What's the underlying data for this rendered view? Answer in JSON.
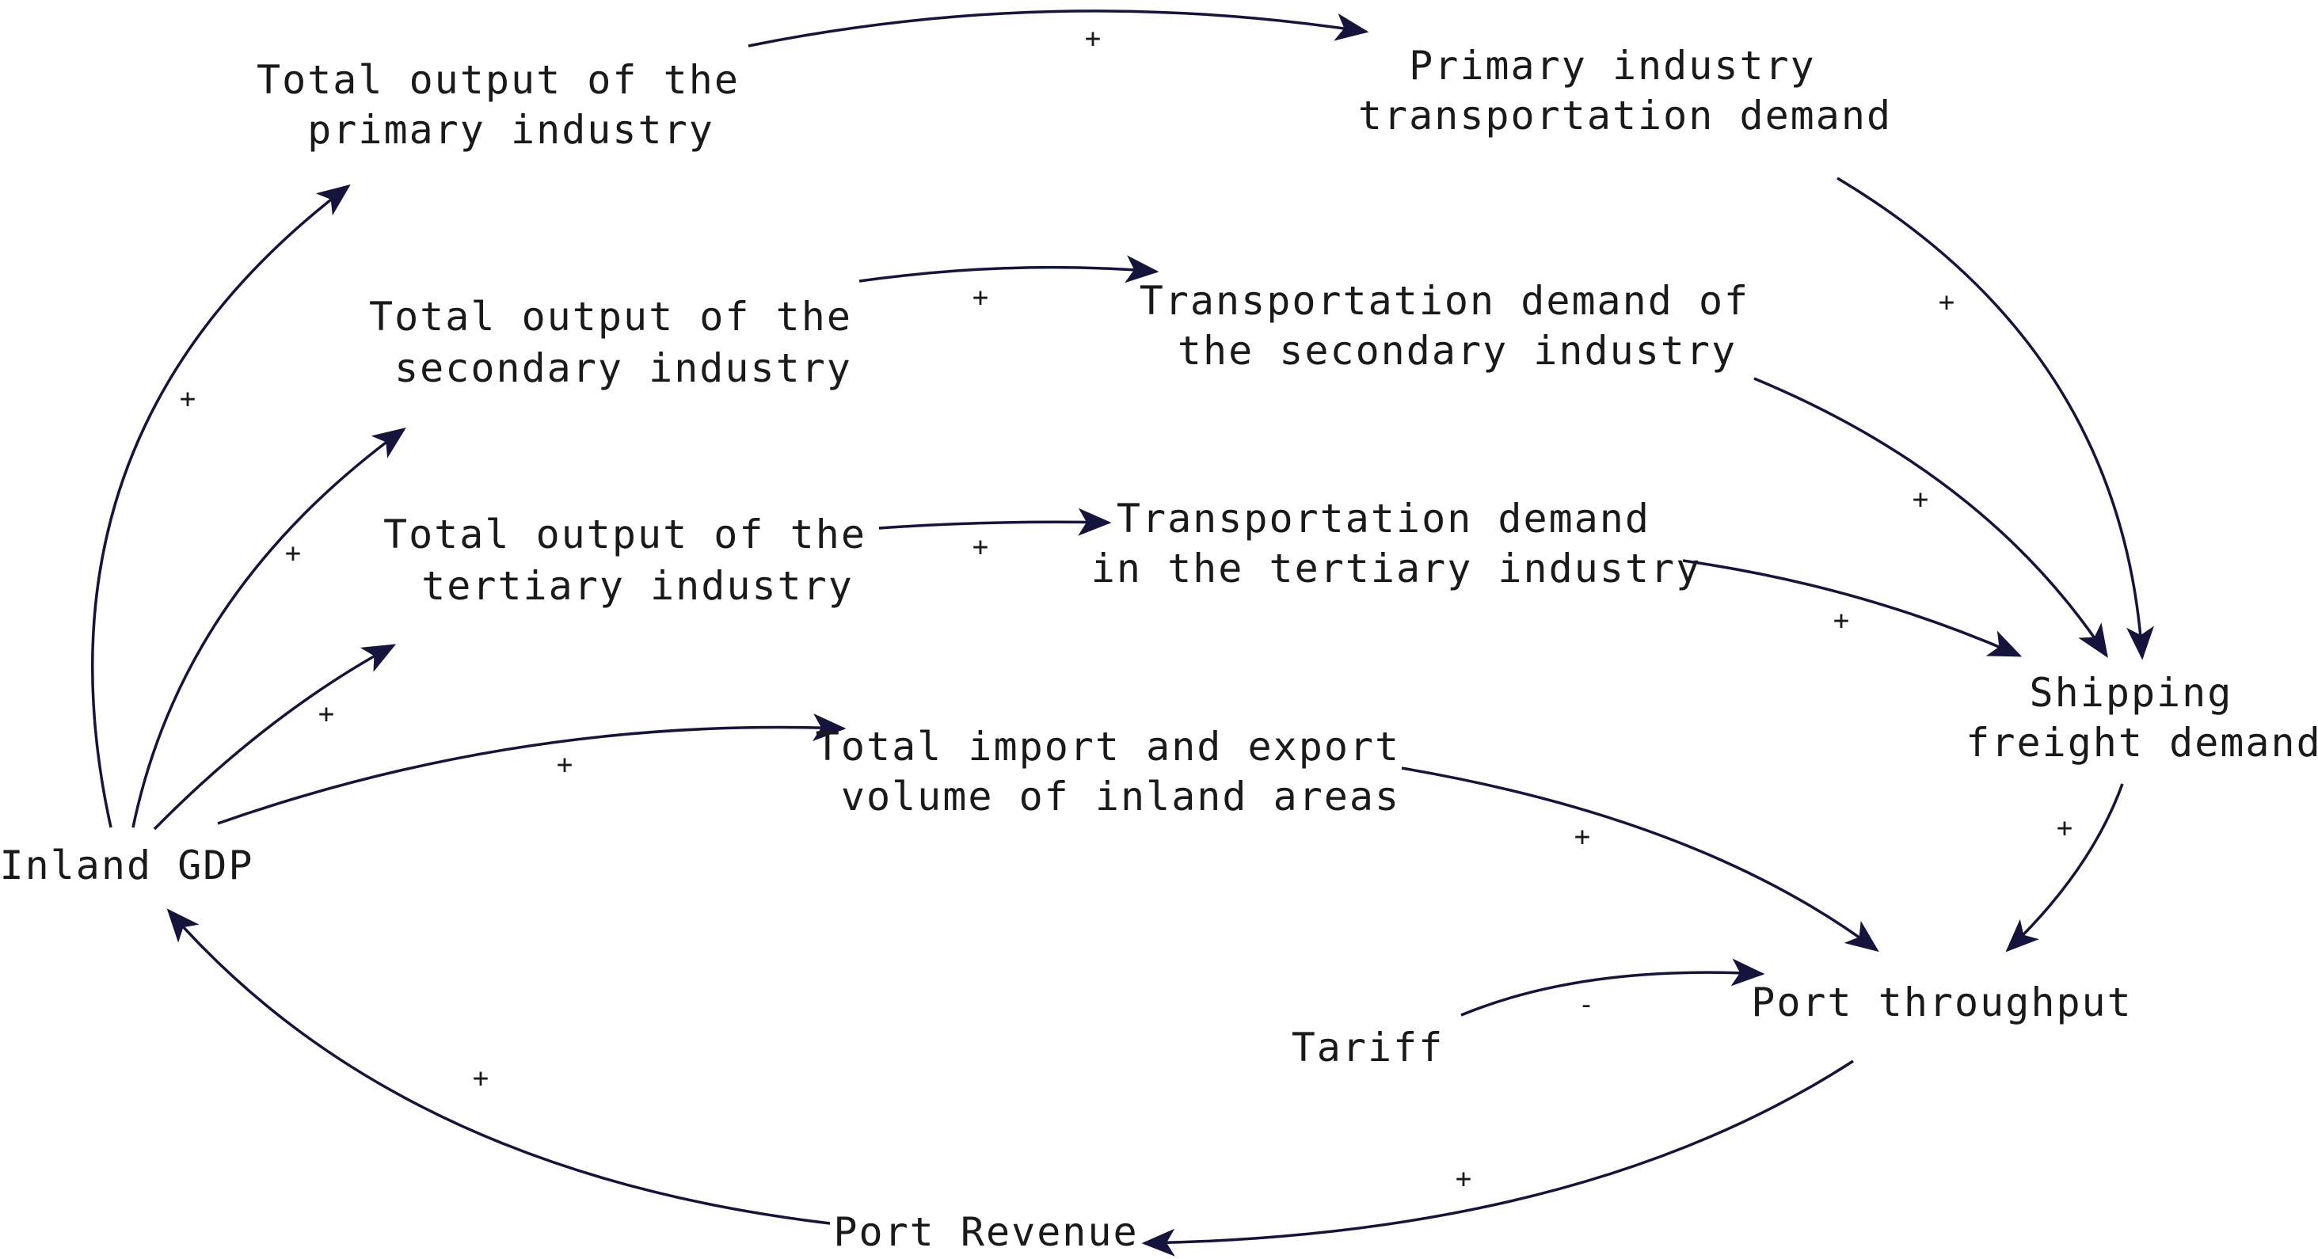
{
  "diagram": {
    "type": "causal-loop",
    "colors": {
      "arrow": "#14143c",
      "text": "#1a1a1a",
      "background": "#ffffff"
    },
    "nodes": {
      "primary_output": {
        "lines": [
          "Total output of the",
          "primary industry"
        ]
      },
      "primary_transport": {
        "lines": [
          "Primary industry",
          "transportation demand"
        ]
      },
      "secondary_output": {
        "lines": [
          "Total output of the",
          "secondary industry"
        ]
      },
      "secondary_transport": {
        "lines": [
          "Transportation demand of",
          "the secondary industry"
        ]
      },
      "tertiary_output": {
        "lines": [
          "Total output of the",
          "tertiary industry"
        ]
      },
      "tertiary_transport": {
        "lines": [
          "Transportation demand",
          "in the tertiary industry"
        ]
      },
      "shipping_demand": {
        "lines": [
          "Shipping",
          "freight demand"
        ]
      },
      "import_export": {
        "lines": [
          "Total import and export",
          "volume of inland areas"
        ]
      },
      "inland_gdp": {
        "lines": [
          "Inland GDP"
        ]
      },
      "tariff": {
        "lines": [
          "Tariff"
        ]
      },
      "port_throughput": {
        "lines": [
          "Port throughput"
        ]
      },
      "port_revenue": {
        "lines": [
          "Port Revenue"
        ]
      }
    },
    "links": [
      {
        "from": "primary_output",
        "to": "primary_transport",
        "polarity": "+"
      },
      {
        "from": "secondary_output",
        "to": "secondary_transport",
        "polarity": "+"
      },
      {
        "from": "tertiary_output",
        "to": "tertiary_transport",
        "polarity": "+"
      },
      {
        "from": "primary_transport",
        "to": "shipping_demand",
        "polarity": "+"
      },
      {
        "from": "secondary_transport",
        "to": "shipping_demand",
        "polarity": "+"
      },
      {
        "from": "tertiary_transport",
        "to": "shipping_demand",
        "polarity": "+"
      },
      {
        "from": "inland_gdp",
        "to": "primary_output",
        "polarity": "+"
      },
      {
        "from": "inland_gdp",
        "to": "secondary_output",
        "polarity": "+"
      },
      {
        "from": "inland_gdp",
        "to": "tertiary_output",
        "polarity": "+"
      },
      {
        "from": "inland_gdp",
        "to": "import_export",
        "polarity": "+"
      },
      {
        "from": "import_export",
        "to": "port_throughput",
        "polarity": "+"
      },
      {
        "from": "shipping_demand",
        "to": "port_throughput",
        "polarity": "+"
      },
      {
        "from": "tariff",
        "to": "port_throughput",
        "polarity": "-"
      },
      {
        "from": "port_throughput",
        "to": "port_revenue",
        "polarity": "+"
      },
      {
        "from": "port_revenue",
        "to": "inland_gdp",
        "polarity": "+"
      }
    ]
  }
}
